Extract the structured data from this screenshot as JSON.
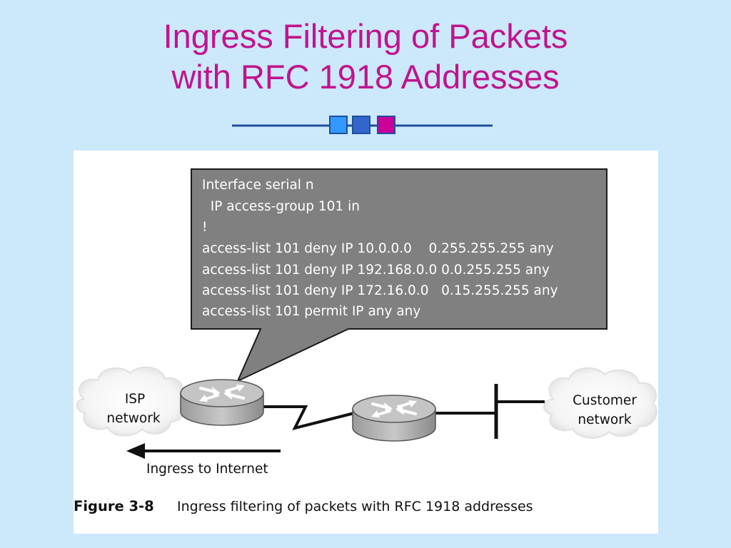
{
  "slide": {
    "title_line1": "Ingress Filtering of Packets",
    "title_line2": "with RFC 1918 Addresses"
  },
  "colors": {
    "background": "#cce8fb",
    "title": "#c0148e",
    "ornament_line": "#1f4f9b",
    "square_light": "#3399ff",
    "square_mid": "#3366cc",
    "square_magenta": "#cc0099",
    "callout_fill": "#808080"
  },
  "figure": {
    "config_lines": [
      "Interface serial n",
      "  IP access-group 101 in",
      "!",
      "access-list 101 deny IP 10.0.0.0    0.255.255.255 any",
      "access-list 101 deny IP 192.168.0.0 0.0.255.255 any",
      "access-list 101 deny IP 172.16.0.0   0.15.255.255 any",
      "access-list 101 permit IP any any"
    ],
    "isp_cloud": {
      "line1": "ISP",
      "line2": "network"
    },
    "customer_cloud": {
      "line1": "Customer",
      "line2": "network"
    },
    "arrow_label": "Ingress to Internet",
    "caption_label": "Figure 3-8",
    "caption_text": "Ingress filtering of packets with RFC 1918 addresses",
    "icons": [
      "isp-cloud-icon",
      "border-router-icon",
      "customer-router-icon",
      "customer-cloud-icon",
      "ingress-arrow-icon"
    ]
  }
}
